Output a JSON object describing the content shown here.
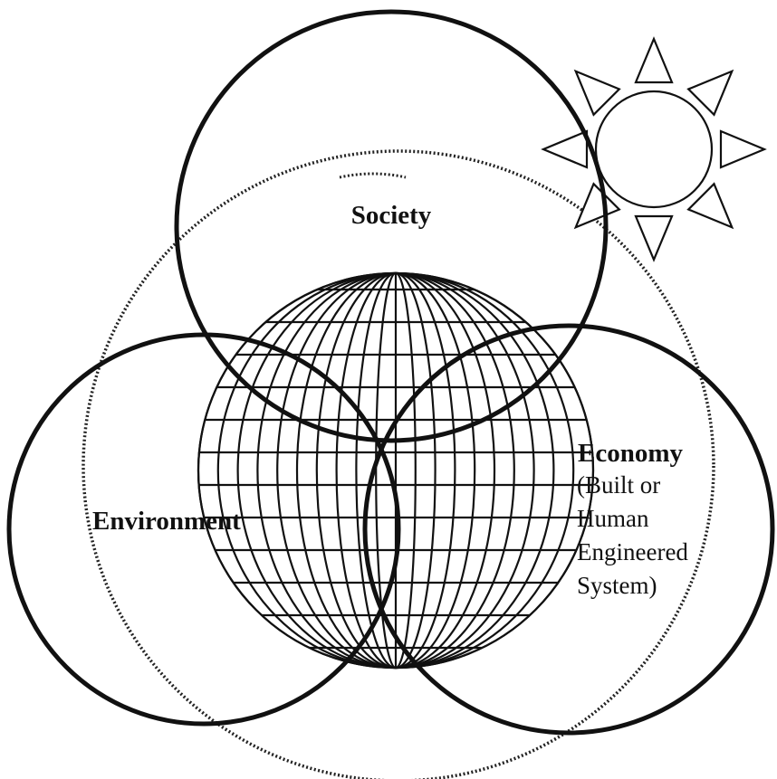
{
  "diagram": {
    "circles": {
      "society": {
        "label": "Society"
      },
      "environment": {
        "label": "Environment"
      },
      "economy": {
        "label": "Economy",
        "detail_lines": [
          "(Built or",
          "Human",
          "Engineered",
          "System)"
        ]
      }
    },
    "icons": [
      "globe-icon",
      "sun-icon"
    ],
    "colors": {
      "stroke": "#111111",
      "background": "#ffffff"
    }
  }
}
